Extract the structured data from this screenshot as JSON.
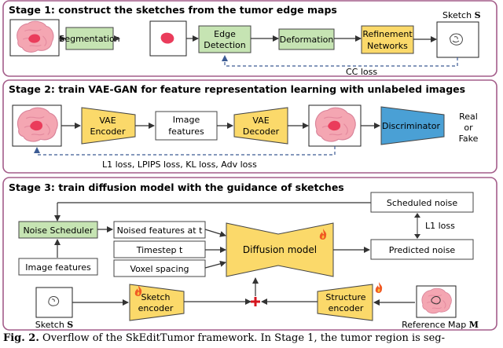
{
  "stages": [
    {
      "title": "Stage 1: construct the sketches from the tumor edge maps",
      "blocks": {
        "segmentation": "Segmentation",
        "edge1": "Edge",
        "edge2": "Detection",
        "deformation": "Deformation",
        "refine1": "Refinement",
        "refine2": "Networks"
      },
      "sketch_label": "Sketch",
      "sketch_symbol": "S",
      "loss": "CC loss"
    },
    {
      "title": "Stage 2: train VAE-GAN for feature representation learning with unlabeled images",
      "blocks": {
        "vae_enc1": "VAE",
        "vae_enc2": "Encoder",
        "img_feat1": "Image",
        "img_feat2": "features",
        "vae_dec1": "VAE",
        "vae_dec2": "Decoder",
        "discriminator": "Discriminator"
      },
      "outputs": [
        "Real",
        "or",
        "Fake"
      ],
      "loss": "L1 loss, LPIPS loss, KL loss, Adv loss"
    },
    {
      "title": "Stage 3: train diffusion model with the guidance of sketches",
      "blocks": {
        "noise_scheduler": "Noise Scheduler",
        "image_features": "Image features",
        "noised": "Noised features at t",
        "timestep": "Timestep t",
        "voxel": "Voxel spacing",
        "diffusion": "Diffusion model",
        "scheduled": "Scheduled noise",
        "predicted": "Predicted noise",
        "sketch_enc1": "Sketch",
        "sketch_enc2": "encoder",
        "struct_enc1": "Structure",
        "struct_enc2": "encoder"
      },
      "loss": "L1 loss",
      "sketch_label": "Sketch",
      "sketch_symbol": "S",
      "ref_label": "Reference Map",
      "ref_symbol": "M"
    }
  ],
  "caption": {
    "label": "Fig. 2.",
    "text": "Overflow of the SkEditTumor framework. In Stage 1, the tumor region is seg-"
  },
  "colors": {
    "stage_border": "#a45d8a",
    "green_fill": "#c6e4b3",
    "yellow_fill": "#fbd96a",
    "blue_fill": "#4aa0d5",
    "brain_pink": "#f4a6b2",
    "tumor_red": "#ea3c5b",
    "arrow_dashed": "#3c5b94",
    "fire": "#f05a24"
  }
}
